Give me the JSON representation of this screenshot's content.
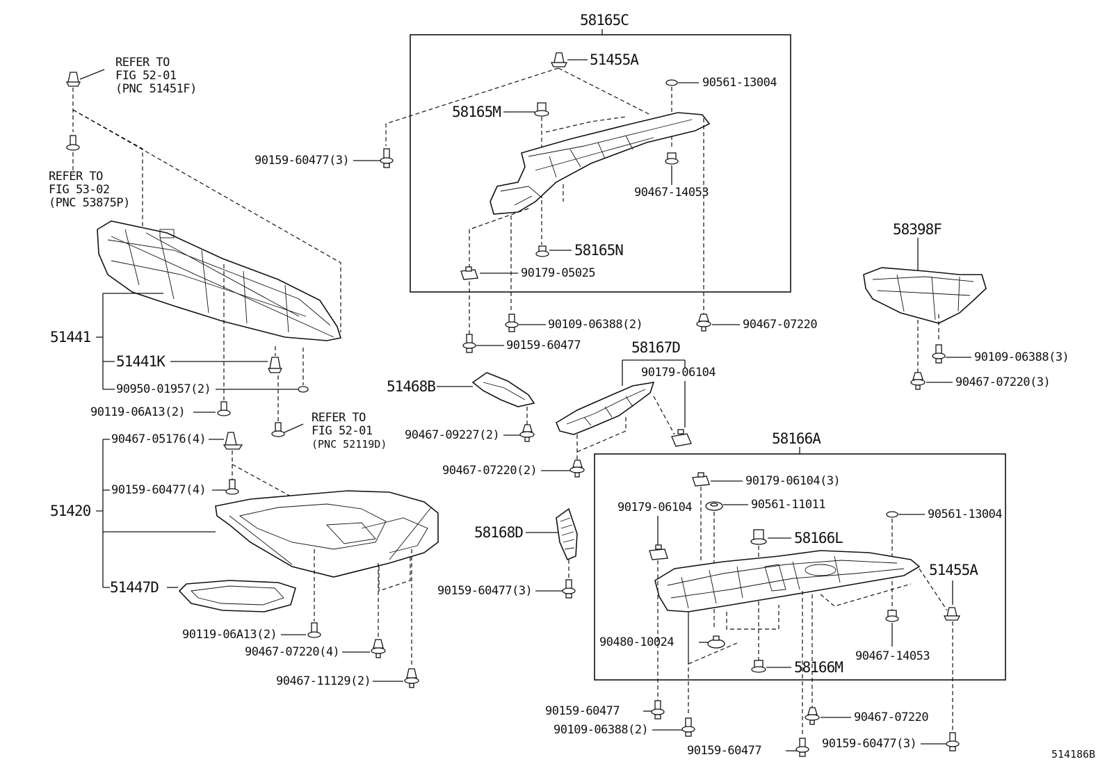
{
  "diagram_code": "514186B",
  "references": {
    "fig_52_01_a": [
      "REFER TO",
      "FIG 52-01",
      "(PNC 51451F)"
    ],
    "fig_53_02": [
      "REFER TO",
      "FIG 53-02",
      "(PNC 53875P)"
    ],
    "fig_52_01_b": [
      "REFER TO",
      "FIG 52-01",
      "(PNC 52119D)"
    ]
  },
  "groups": {
    "g58165C": "58165C",
    "g58166A": "58166A",
    "g58398F": "58398F",
    "g58167D": "58167D",
    "g51441": "51441",
    "g51420": "51420"
  },
  "parts": {
    "p51455A_top": "51455A",
    "p90561_13004_top": "90561-13004",
    "p58165M": "58165M",
    "p90159_60477_3_top": "90159-60477(3)",
    "p90467_14053_top": "90467-14053",
    "p58165N": "58165N",
    "p90179_05025": "90179-05025",
    "p90109_06388_2_mid": "90109-06388(2)",
    "p90467_07220_mid": "90467-07220",
    "p90159_60477_mid": "90159-60477",
    "p90109_06388_3": "90109-06388(3)",
    "p90467_07220_3": "90467-07220(3)",
    "p51441K": "51441K",
    "p90950_01957_2": "90950-01957(2)",
    "p90119_06A13_2_a": "90119-06A13(2)",
    "p51468B": "51468B",
    "p90467_09227_2": "90467-09227(2)",
    "p90179_06104_a": "90179-06104",
    "p90467_07220_2_mid": "90467-07220(2)",
    "p90467_05176_4": "90467-05176(4)",
    "p90159_60477_4": "90159-60477(4)",
    "p51447D": "51447D",
    "p90119_06A13_2_b": "90119-06A13(2)",
    "p90467_07220_4": "90467-07220(4)",
    "p90467_11129_2": "90467-11129(2)",
    "p58168D": "58168D",
    "p90159_60477_3_mid": "90159-60477(3)",
    "p90179_06104_3": "90179-06104(3)",
    "p90179_06104_b": "90179-06104",
    "p90561_11011": "90561-11011",
    "p90561_13004_bot": "90561-13004",
    "p58166L": "58166L",
    "p51455A_bot": "51455A",
    "p90480_10024": "90480-10024",
    "p90467_14053_bot": "90467-14053",
    "p58166M": "58166M",
    "p90159_60477_bot_a": "90159-60477",
    "p90467_07220_bot": "90467-07220",
    "p90109_06388_2_bot": "90109-06388(2)",
    "p90159_60477_bot_b": "90159-60477",
    "p90159_60477_3_bot": "90159-60477(3)"
  }
}
